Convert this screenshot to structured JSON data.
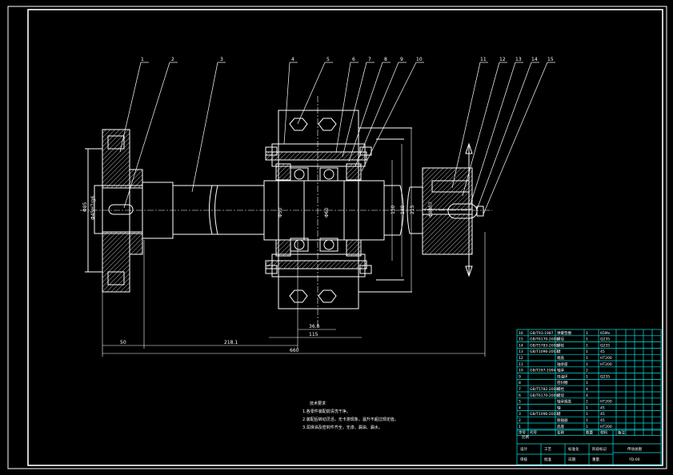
{
  "drawing": {
    "part_labels": [
      "1",
      "2",
      "3",
      "4",
      "5",
      "6",
      "7",
      "8",
      "9",
      "10",
      "11",
      "12",
      "13",
      "14",
      "15"
    ],
    "dimensions": {
      "flange_dia": "Φ85",
      "bore_dia": "Φ45H7/g6",
      "shaft_a": "Φ50",
      "shaft_b": "Φ60",
      "height_a": "150",
      "height_b": "180",
      "height_c": "215",
      "right_dia": "Φ80h7",
      "width_a": "36.8",
      "width_b": "115",
      "length_a": "50",
      "length_b": "218.1",
      "length_total": "660"
    },
    "notes": {
      "title": "技术要求",
      "lines": [
        "1.各零件装配前清洗干净。",
        "2.装配后转动灵活，无卡滞现象，温升不超过规定值。",
        "3.润滑油及密封件齐全，无渗、漏油、漏水。"
      ]
    },
    "bom": {
      "rows": [
        [
          "16",
          "GB/T93-1987",
          "弹簧垫圈",
          "1",
          "65Mn",
          ""
        ],
        [
          "15",
          "GB/T6170-2000",
          "螺母",
          "1",
          "Q235",
          ""
        ],
        [
          "14",
          "GB/T5783-2000",
          "螺栓",
          "1",
          "Q235",
          ""
        ],
        [
          "13",
          "GB/T1096-2003",
          "键",
          "1",
          "45",
          ""
        ],
        [
          "12",
          "",
          "端盖",
          "1",
          "HT200",
          ""
        ],
        [
          "11",
          "",
          "轴承座",
          "1",
          "HT200",
          ""
        ],
        [
          "10",
          "GB/T297-1994",
          "轴承",
          "2",
          "",
          ""
        ],
        [
          "9",
          "",
          "挡油环",
          "1",
          "Q235",
          ""
        ],
        [
          "8",
          "",
          "密封圈",
          "1",
          "",
          ""
        ],
        [
          "7",
          "GB/T5782-2000",
          "螺栓",
          "4",
          "",
          ""
        ],
        [
          "6",
          "GB/T6170-2000",
          "螺母",
          "4",
          "",
          ""
        ],
        [
          "5",
          "",
          "轴承端盖",
          "2",
          "HT200",
          ""
        ],
        [
          "4",
          "",
          "轴",
          "1",
          "45",
          ""
        ],
        [
          "3",
          "GB/T1096-2003",
          "键",
          "1",
          "45",
          ""
        ],
        [
          "2",
          "",
          "联轴器",
          "1",
          "45",
          ""
        ],
        [
          "1",
          "",
          "底座",
          "1",
          "HT200",
          ""
        ]
      ],
      "header": [
        "序号",
        "代号",
        "名称",
        "数量",
        "材料",
        "备注"
      ]
    },
    "title_block": {
      "name": "传动总图",
      "code": "YD-00",
      "labels": [
        "设计",
        "审核",
        "工艺",
        "批准",
        "标准化",
        "日期"
      ],
      "scale_labels": [
        "阶段标记",
        "重量",
        "比例"
      ]
    }
  }
}
